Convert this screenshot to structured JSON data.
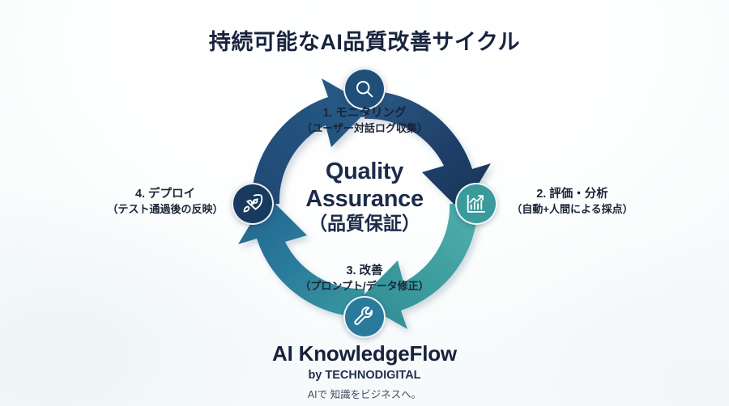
{
  "title": "持続可能なAI品質改善サイクル",
  "center": {
    "line1": "Quality",
    "line2": "Assurance",
    "line3": "（品質保証）"
  },
  "steps": [
    {
      "id": "monitoring",
      "icon": "magnifier-icon",
      "line1": "1. モニタリング",
      "line2": "（ユーザー対話ログ収集）",
      "color": "#1f4e79"
    },
    {
      "id": "evaluation",
      "icon": "chart-analytics-icon",
      "line1": "2. 評価・分析",
      "line2": "（自動+人間による採点）",
      "color": "#3a9a9c"
    },
    {
      "id": "improvement",
      "icon": "wrench-icon",
      "line1": "3. 改善",
      "line2": "（プロンプト/データ修正）",
      "color": "#2a7a9b"
    },
    {
      "id": "deploy",
      "icon": "rocket-icon",
      "line1": "4. デプロイ",
      "line2": "（テスト通過後の反映）",
      "color": "#183a5e"
    }
  ],
  "footer": {
    "brand": "AI KnowledgeFlow",
    "by": "by TECHNODIGITAL",
    "tagline": "AIで 知識をビジネスへ。"
  },
  "colors": {
    "title": "#18233d",
    "center_text": "#1c2b4a",
    "arc_navy": "#1f3c63",
    "arc_blue": "#2f6d93",
    "arc_teal": "#44a3a2",
    "arc_teal_dark": "#2d8b90",
    "background": "#ffffff"
  }
}
